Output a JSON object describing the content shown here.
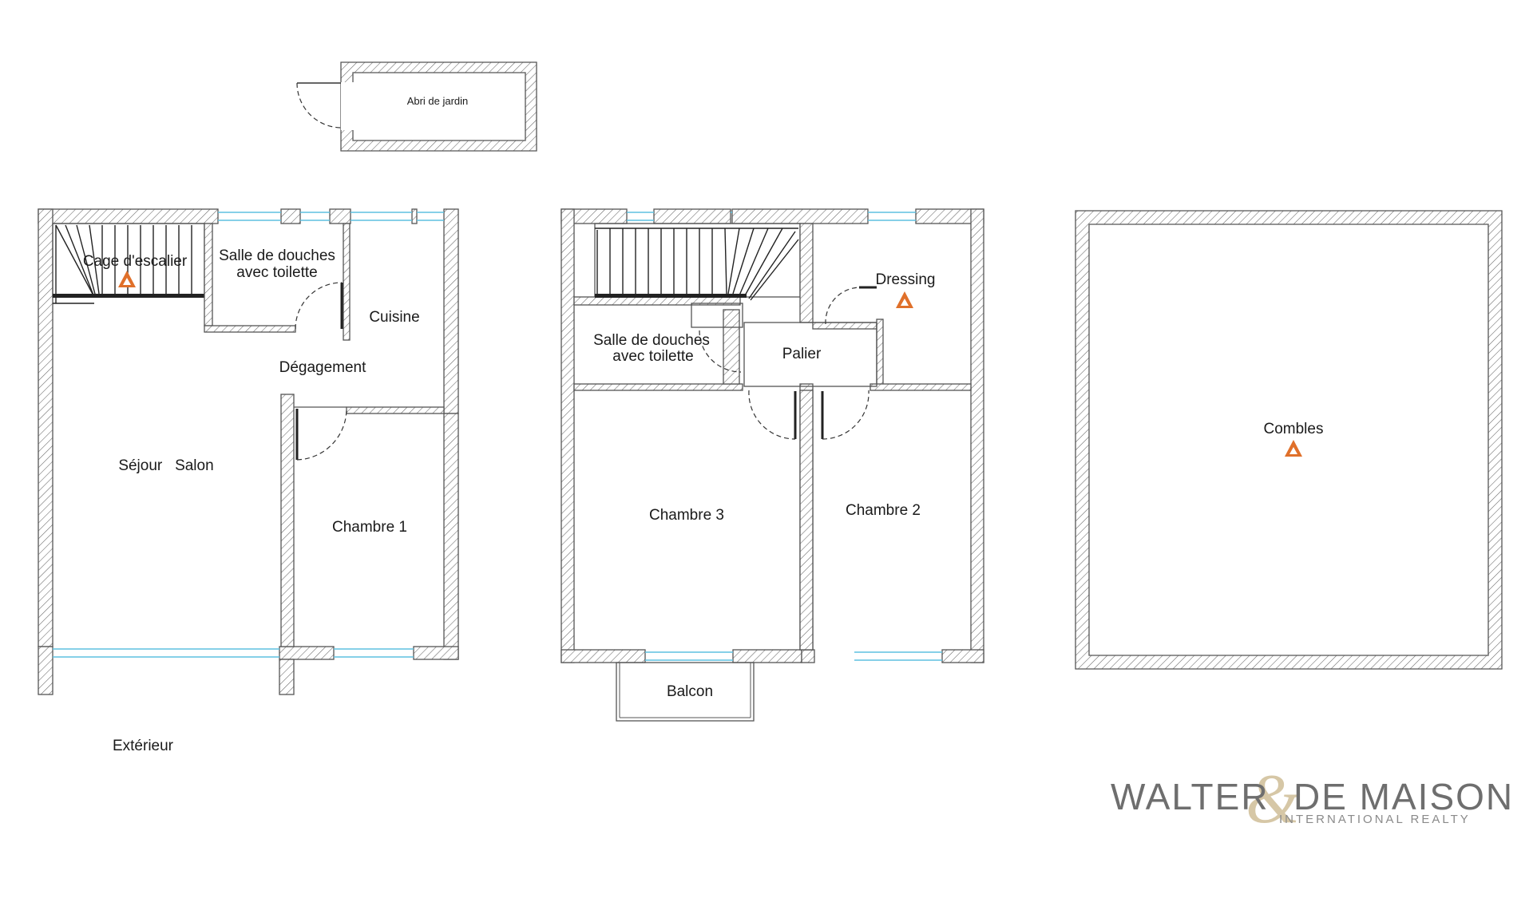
{
  "floors": {
    "ground": {
      "rooms": {
        "garden_shed": "Abri de jardin",
        "stairwell": "Cage d'escalier",
        "shower_room_line1": "Salle de douches",
        "shower_room_line2": "avec toilette",
        "kitchen": "Cuisine",
        "hallway": "Dégagement",
        "living_room": "Séjour   Salon",
        "bedroom_1": "Chambre 1",
        "exterior": "Extérieur"
      }
    },
    "first": {
      "rooms": {
        "dressing": "Dressing",
        "shower_room_line1": "Salle de douches",
        "shower_room_line2": "avec toilette",
        "landing": "Palier",
        "bedroom_3": "Chambre 3",
        "bedroom_2": "Chambre 2",
        "balcony": "Balcon"
      }
    },
    "attic": {
      "rooms": {
        "attic": "Combles"
      }
    }
  },
  "logo": {
    "part1": "WALTER",
    "ampersand": "&",
    "part2": "DE MAISON",
    "subtitle": "INTERNATIONAL REALTY"
  },
  "colors": {
    "wall_stroke": "#555555",
    "window": "#5fc1e0",
    "marker": "#e0702a"
  },
  "icons": [
    "hazard-marker-icon"
  ]
}
